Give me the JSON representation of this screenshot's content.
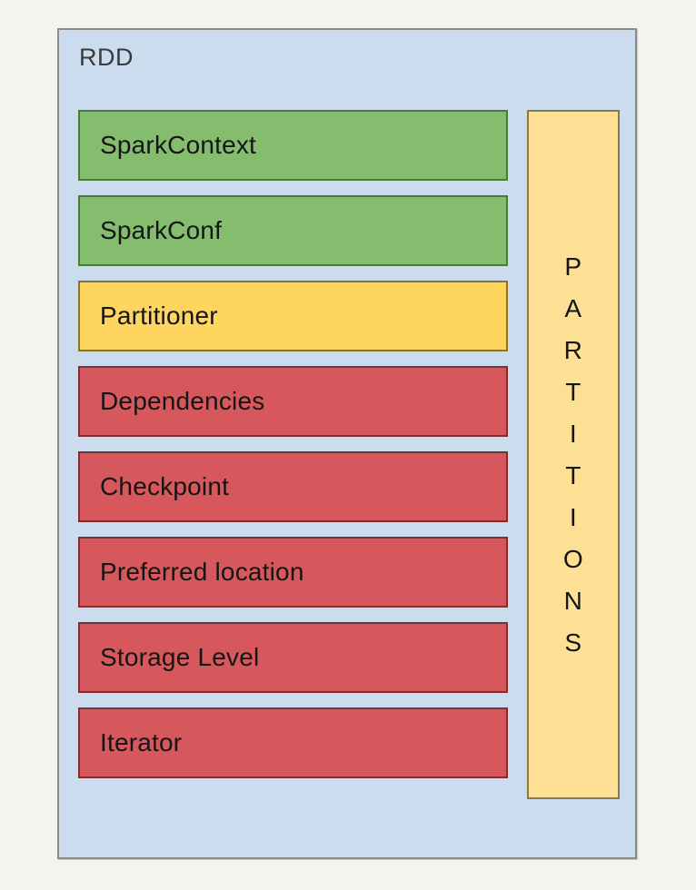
{
  "diagram": {
    "title": "RDD",
    "background_color": "#f4f3ef",
    "panel_color": "#cadced",
    "panel_border_color": "#8b8b8b",
    "components": [
      {
        "label": "SparkContext",
        "color": "green",
        "fill": "#85bd6f",
        "border": "#4a7a42"
      },
      {
        "label": "SparkConf",
        "color": "green",
        "fill": "#85bd6f",
        "border": "#4a7a42"
      },
      {
        "label": "Partitioner",
        "color": "yellow",
        "fill": "#fdd55f",
        "border": "#8a7230"
      },
      {
        "label": "Dependencies",
        "color": "red",
        "fill": "#d6585c",
        "border": "#7c3033"
      },
      {
        "label": "Checkpoint",
        "color": "red",
        "fill": "#d6585c",
        "border": "#7c3033"
      },
      {
        "label": "Preferred location",
        "color": "red",
        "fill": "#d6585c",
        "border": "#7c3033"
      },
      {
        "label": "Storage Level",
        "color": "red",
        "fill": "#d6585c",
        "border": "#7c3033"
      },
      {
        "label": "Iterator",
        "color": "red",
        "fill": "#d6585c",
        "border": "#7c3033"
      }
    ],
    "partitions": {
      "label": "PARTITIONS",
      "letters": [
        "P",
        "A",
        "R",
        "T",
        "I",
        "T",
        "I",
        "O",
        "N",
        "S"
      ],
      "fill": "#fde093",
      "border": "#8a7a48"
    }
  }
}
